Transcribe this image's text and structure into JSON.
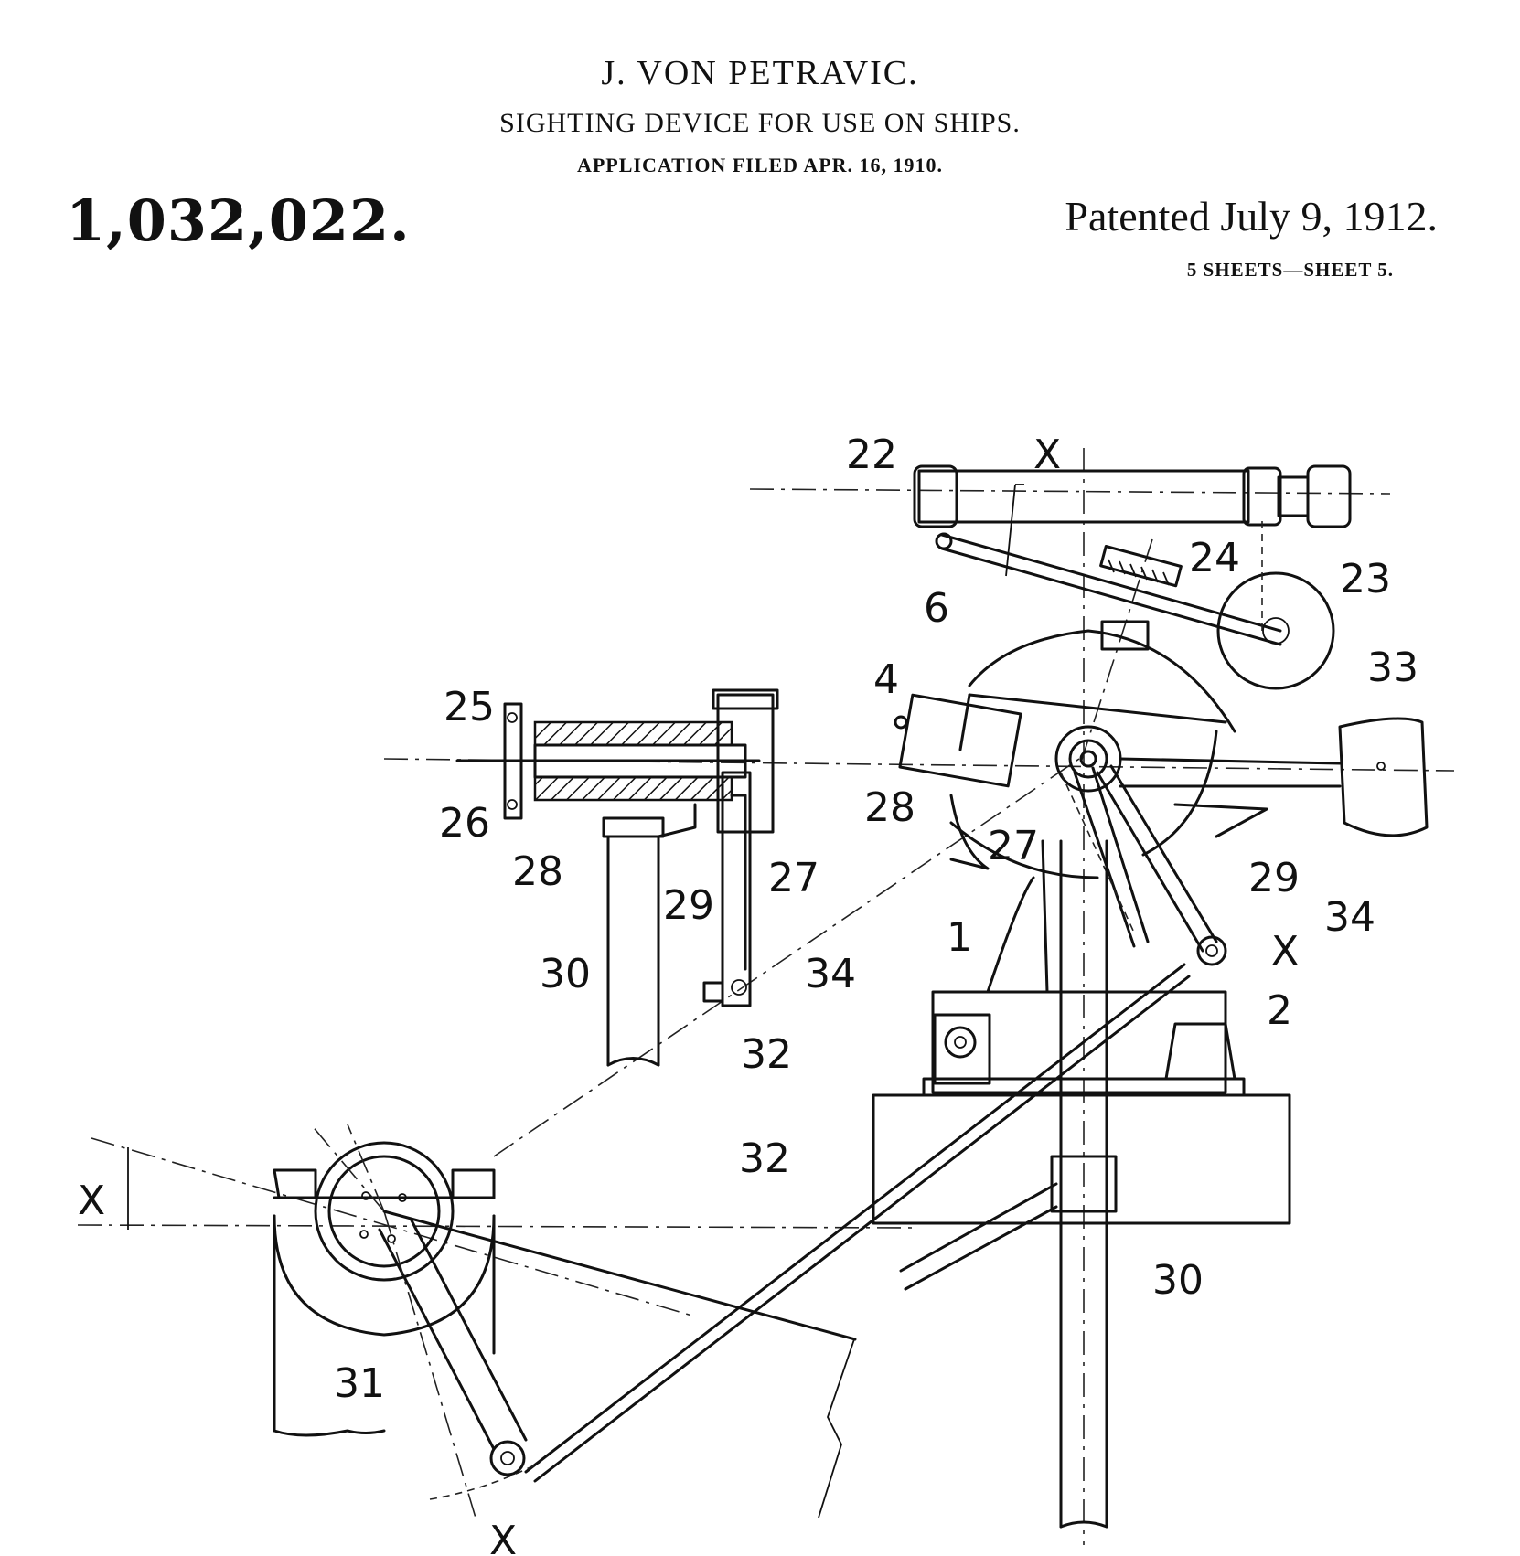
{
  "header": {
    "inventor": "J. VON PETRAVIC.",
    "title": "SIGHTING DEVICE FOR USE ON SHIPS.",
    "filed": "APPLICATION FILED APR. 16, 1910.",
    "patent_number": "1,032,022.",
    "patented": "Patented July 9, 1912.",
    "sheets": "5 SHEETS—SHEET 5."
  },
  "labels": {
    "l22": "22",
    "lx_top": "X",
    "l24": "24",
    "l23": "23",
    "l6": "6",
    "l33": "33",
    "l4": "4",
    "l25": "25",
    "l26": "26",
    "l28a": "28",
    "l28b": "28",
    "l27a": "27",
    "l27b": "27",
    "l29a": "29",
    "l29b": "29",
    "l1": "1",
    "l34a": "34",
    "l34b": "34",
    "lx_right": "X",
    "l2": "2",
    "l30a": "30",
    "l30b": "30",
    "l32a": "32",
    "l32b": "32",
    "lx_left": "X",
    "l31": "31",
    "lx_bottom": "X"
  }
}
